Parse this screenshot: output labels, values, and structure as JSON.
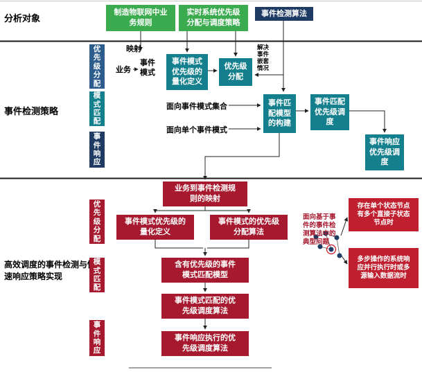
{
  "colors": {
    "green": "#3aab4e",
    "navy": "#1f3b63",
    "blue": "#2c5d8d",
    "teal": "#15808d",
    "crimson": "#a6192e",
    "red_bright": "#bf1f2e",
    "line": "#222222"
  },
  "sections": {
    "analysis": {
      "label": "分析对象",
      "boxes": {
        "business_rules": "制造物联网中业务规则",
        "priority_scheduling": "实时系统优先级分配与调度策略",
        "event_detection_algo": "事件检测算法"
      }
    },
    "strategy": {
      "label": "事件检测策略",
      "sidebar": [
        "优先级分配",
        "模式匹配",
        "事件响应"
      ],
      "mapping_label": "映射",
      "business": "业务",
      "event_pattern": "事件模式",
      "nesting_note": "解决事件嵌套情况",
      "pattern_set_label": "面向事件模式集合",
      "single_pattern_label": "面向单个事件模式",
      "boxes": {
        "quant_def": "事件模式优先级的量化定义",
        "priority_assign": "优先级分配",
        "match_model": "事件匹配模型的构建",
        "match_priority_sched": "事件匹配优先级调度",
        "response_priority_sched": "事件响应优先级调度"
      }
    },
    "implementation": {
      "label": "高效调度的事件检测与快速响应策略实现",
      "sidebar": [
        "优先级分配",
        "模式匹配",
        "事件响应"
      ],
      "boxes": {
        "mapping": "业务到事件检测规则的映射",
        "quant_def": "事件模式优先级的量化定义",
        "assign_algo": "事件模式的优先级分配算法",
        "match_model": "含有优先级的事件模式匹配模型",
        "match_sched_algo": "事件模式匹配的优先级调度算法",
        "response_sched_algo": "事件响应执行的优先级调度算法"
      },
      "annotation": "面向基于事件的事件检测算法中的典型问题",
      "side_boxes": {
        "single_node": "存在单个状态节点有多个直接子状态节点时",
        "multi_step": "多步操作的系统响应并行执行时或多源输入数据流时"
      }
    }
  }
}
